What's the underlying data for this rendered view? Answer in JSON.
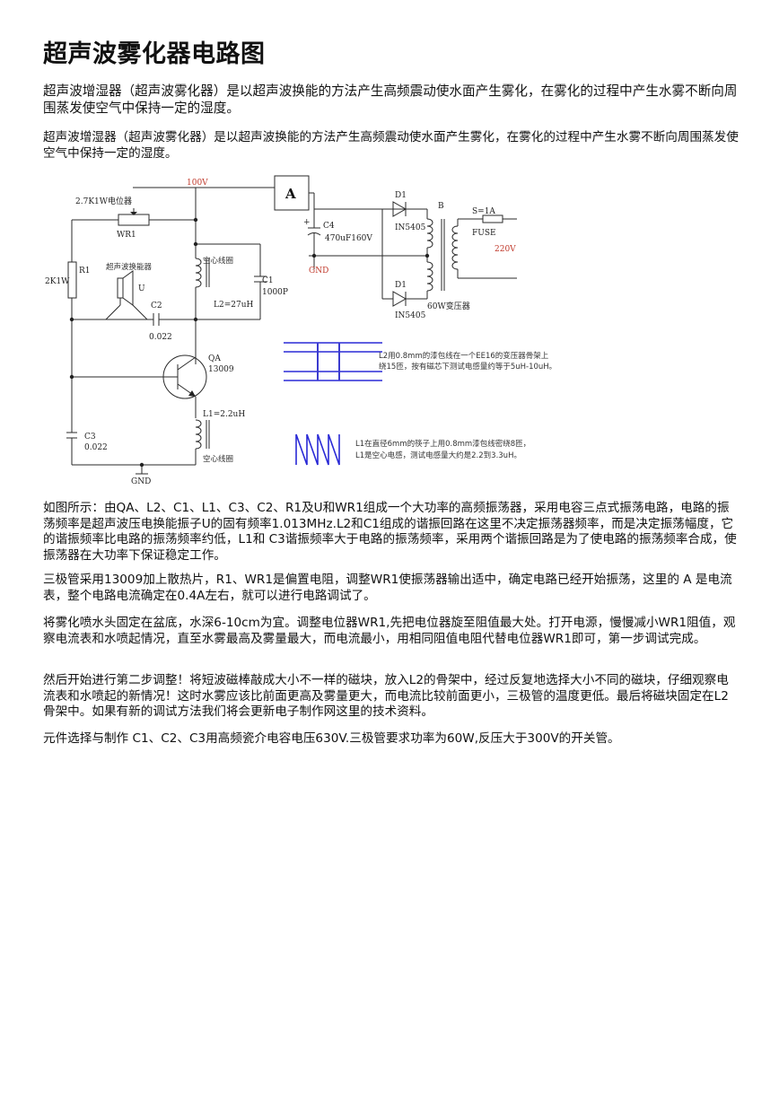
{
  "title": "超声波雾化器电路图",
  "intro1": "超声波增湿器（超声波雾化器）是以超声波换能的方法产生高频震动使水面产生雾化，在雾化的过程中产生水雾不断向周围蒸发使空气中保持一定的湿度。",
  "intro2": "超声波增湿器（超声波雾化器）是以超声波换能的方法产生高频震动使水面产生雾化，在雾化的过程中产生水雾不断向周围蒸发使空气中保持一定的湿度。",
  "circuit": {
    "v100": "100V",
    "ammeter": "A",
    "pot_label": "2.7K1W电位器",
    "wr1": "WR1",
    "r1": "R1",
    "r1_value": "2K1W",
    "transducer": "超声波换能器",
    "u": "U",
    "c2": "C2",
    "c2_value": "0.022",
    "coil_top": "空心线圈",
    "c1": "C1",
    "c1_value": "1000P",
    "l2": "L2=27uH",
    "qa": "QA",
    "qa_model": "13009",
    "l1": "L1=2.2uH",
    "coil_bottom": "空心线圈",
    "c3": "C3",
    "c3_value": "0.022",
    "gnd_bottom": "GND",
    "c4": "C4",
    "c4_value": "470uF160V",
    "gnd_mid": "GND",
    "d1_top": "D1",
    "d1_top_model": "IN5405",
    "d1_bottom": "D1",
    "d1_bottom_model": "IN5405",
    "b": "B",
    "fuse_rating": "S=1A",
    "fuse": "FUSE",
    "ac": "220V",
    "transformer": "60W变压器",
    "note_l2_line1": "L2用0.8mm的漆包线在一个EE16的变压器骨架上",
    "note_l2_line2": "绕15匝，按有磁芯下测试电感量约等于5uH-10uH。",
    "note_l1_line1": "L1在直径6mm的筷子上用0.8mm漆包线密绕8匝，",
    "note_l1_line2": "L1是空心电感，测试电感量大约是2.2到3.3uH。"
  },
  "para_desc": "如图所示：由QA、L2、C1、L1、C3、C2、R1及U和WR1组成一个大功率的高频振荡器，采用电容三点式振荡电路，电路的振荡频率是超声波压电换能振子U的固有频率1.013MHz.L2和C1组成的谐振回路在这里不决定振荡器频率，而是决定振荡幅度，它的谐振频率比电路的振荡频率约低，L1和 C3谐振频率大于电路的振荡频率，采用两个谐振回路是为了使电路的振荡频率合成，使振荡器在大功率下保证稳定工作。",
  "para_bias": "三极管采用13009加上散热片，R1、WR1是偏置电阻，调整WR1使振荡器输出适中，确定电路已经开始振荡，这里的 A 是电流表，整个电路电流确定在0.4A左右，就可以进行电路调试了。",
  "para_adj1": "将雾化喷水头固定在盆底，水深6-10cm为宜。调整电位器WR1,先把电位器旋至阻值最大处。打开电源，慢慢减小WR1阻值，观察电流表和水喷起情况，直至水雾最高及雾量最大，而电流最小，用相同阻值电阻代替电位器WR1即可，第一步调试完成。",
  "para_adj2": "然后开始进行第二步调整！将短波磁棒敲成大小不一样的磁块，放入L2的骨架中，经过反复地选择大小不同的磁块，仔细观察电流表和水喷起的新情况！这时水雾应该比前面更高及雾量更大，而电流比较前面更小，三极管的温度更低。最后将磁块固定在L2骨架中。如果有新的调试方法我们将会更新电子制作网这里的技术资料。",
  "para_parts": "元件选择与制作 C1、C2、C3用高频瓷介电容电压630V.三极管要求功率为60W,反压大于300V的开关管。"
}
